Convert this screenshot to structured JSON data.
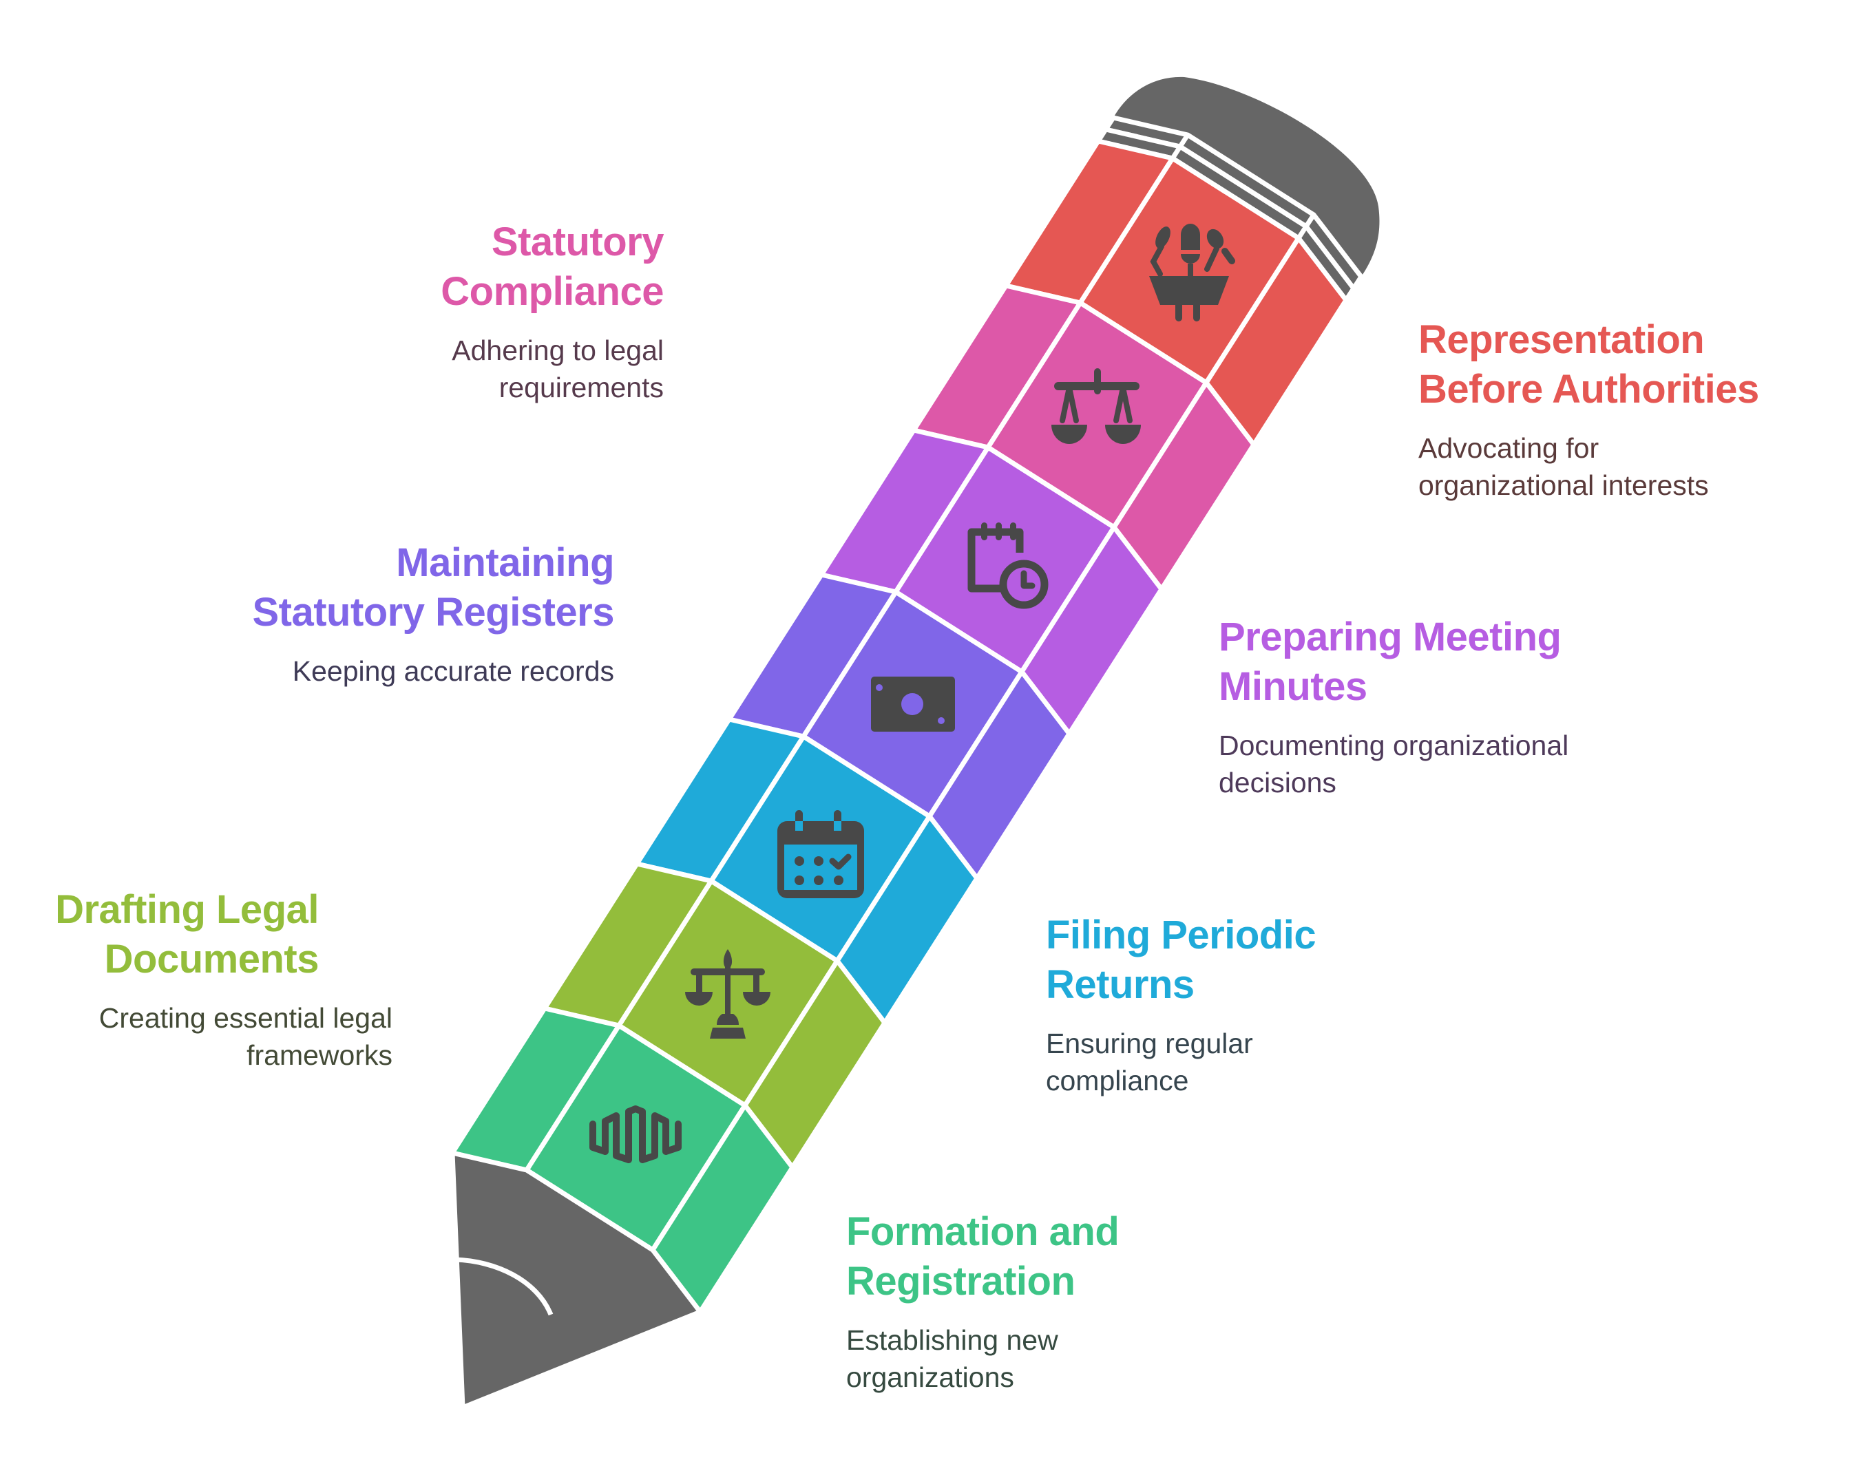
{
  "diagram": {
    "type": "pencil-segmented-infographic",
    "colors": {
      "eraser": "#666666",
      "tip": "#666666",
      "icon": "#484848",
      "divider": "#ffffff"
    },
    "segments": [
      {
        "id": "representation",
        "title": "Representation Before Authorities",
        "title_lines": [
          "Representation",
          "Before Authorities"
        ],
        "description_lines": [
          "Advocating for",
          "organizational interests"
        ],
        "color": "#E55753",
        "desc_color": "#5A3A3A",
        "icon": "press-conference-icon",
        "side": "right"
      },
      {
        "id": "compliance",
        "title": "Statutory Compliance",
        "title_lines": [
          "Statutory",
          "Compliance"
        ],
        "description_lines": [
          "Adhering to legal",
          "requirements"
        ],
        "color": "#DD58A8",
        "desc_color": "#563A4C",
        "icon": "balance-scale-icon",
        "side": "left"
      },
      {
        "id": "minutes",
        "title": "Preparing Meeting Minutes",
        "title_lines": [
          "Preparing Meeting",
          "Minutes"
        ],
        "description_lines": [
          "Documenting organizational",
          "decisions"
        ],
        "color": "#B65DE2",
        "desc_color": "#4E3A5A",
        "icon": "calendar-clock-icon",
        "side": "right"
      },
      {
        "id": "registers",
        "title": "Maintaining Statutory Registers",
        "title_lines": [
          "Maintaining",
          "Statutory Registers"
        ],
        "description_lines": [
          "Keeping accurate records"
        ],
        "color": "#8066E8",
        "desc_color": "#3E3A56",
        "icon": "money-bill-icon",
        "side": "left"
      },
      {
        "id": "returns",
        "title": "Filing Periodic Returns",
        "title_lines": [
          "Filing Periodic",
          "Returns"
        ],
        "description_lines": [
          "Ensuring regular",
          "compliance"
        ],
        "color": "#1FAAD9",
        "desc_color": "#36454E",
        "icon": "calendar-check-icon",
        "side": "right"
      },
      {
        "id": "drafting",
        "title": "Drafting Legal Documents",
        "title_lines": [
          "Drafting Legal",
          "Documents"
        ],
        "description_lines": [
          "Creating essential legal",
          "frameworks"
        ],
        "color": "#93BD3B",
        "desc_color": "#434A36",
        "icon": "justice-scale-icon",
        "side": "left"
      },
      {
        "id": "formation",
        "title": "Formation and Registration",
        "title_lines": [
          "Formation and",
          "Registration"
        ],
        "description_lines": [
          "Establishing new",
          "organizations"
        ],
        "color": "#3DC486",
        "desc_color": "#364A40",
        "icon": "wave-logo-icon",
        "side": "right"
      }
    ]
  }
}
